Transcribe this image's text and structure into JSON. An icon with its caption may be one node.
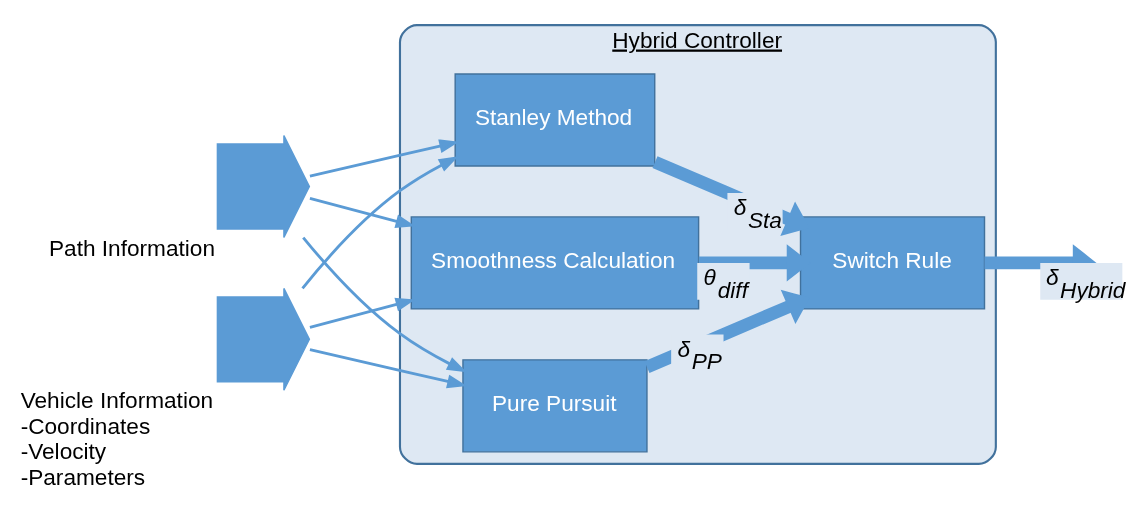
{
  "diagram": {
    "nodes": [
      {
        "text": [
          "Hybrid Controller"
        ]
      },
      {
        "text": [],
        "shape": "arrow",
        "beside": [
          "Path Information"
        ]
      },
      {
        "text": [],
        "shape": "arrow",
        "beside": [
          "Vehicle Information",
          "-Coordinates",
          "-Velocity",
          "-Parameters"
        ]
      },
      {
        "text": [
          "Pure Pursuit"
        ],
        "in": 0
      },
      {
        "text": [
          "Stanley Method"
        ],
        "in": 0
      },
      {
        "text": [
          "Smoothness Calculation"
        ],
        "in": 0
      },
      {
        "text": [
          "Switch Rule"
        ],
        "in": 0
      }
    ],
    "edges": [
      {
        "from": 1,
        "to": 3,
        "arrow": "to"
      },
      {
        "from": 1,
        "to": 4,
        "arrow": "to"
      },
      {
        "from": 1,
        "to": 5,
        "arrow": "to"
      },
      {
        "from": 2,
        "to": 3,
        "arrow": "to"
      },
      {
        "from": 2,
        "to": 4,
        "arrow": "to"
      },
      {
        "from": 2,
        "to": 5,
        "arrow": "to"
      },
      {
        "from": 3,
        "to": 6,
        "arrow": "to",
        "label": "δ$_{PP}$",
        "style": "thick"
      },
      {
        "from": 4,
        "to": 6,
        "arrow": "to",
        "label": "δ$_{Sta}$",
        "style": "thick"
      },
      {
        "from": 5,
        "to": 6,
        "arrow": "to",
        "label": "θ$_{diff}$",
        "style": "thick"
      },
      {
        "from": 6,
        "to": null,
        "arrow": "to",
        "label": "δ$_{Hybrid}$",
        "style": "thick"
      }
    ]
  }
}
